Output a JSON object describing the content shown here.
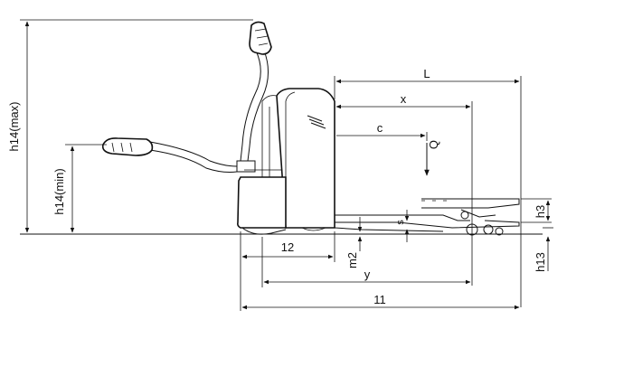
{
  "diagram": {
    "labels": {
      "h14_max": "h14(max)",
      "h14_min": "h14(min)",
      "L": "L",
      "x": "x",
      "c": "c",
      "Q": "Q",
      "s": "s",
      "h3": "h3",
      "h13": "h13",
      "l2": "12",
      "m2": "m2",
      "y": "y",
      "l1": "11"
    }
  }
}
